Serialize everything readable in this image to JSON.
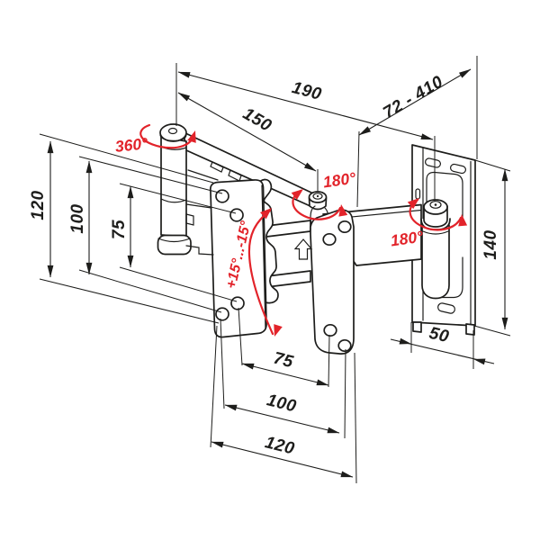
{
  "diagram": {
    "description": "Articulated TV wall mount bracket technical drawing",
    "colors": {
      "line": "#1d1d1b",
      "accent_red": "#e2232a",
      "background": "#ffffff"
    },
    "dimensions": {
      "arm_reach": "190",
      "arm_segment": "150",
      "extension_range": "72 - 410",
      "plate_height_outer": "120",
      "plate_height_100": "100",
      "plate_height_75": "75",
      "plate_width_75": "75",
      "plate_width_100": "100",
      "plate_width_outer": "120",
      "wall_plate_height": "140",
      "wall_plate_depth": "50"
    },
    "rotation_labels": {
      "end_joint_swivel": "360°",
      "mid_joint_swivel": "180°",
      "wall_joint_swivel": "180°",
      "tilt_range": "+15°...-15°"
    }
  }
}
